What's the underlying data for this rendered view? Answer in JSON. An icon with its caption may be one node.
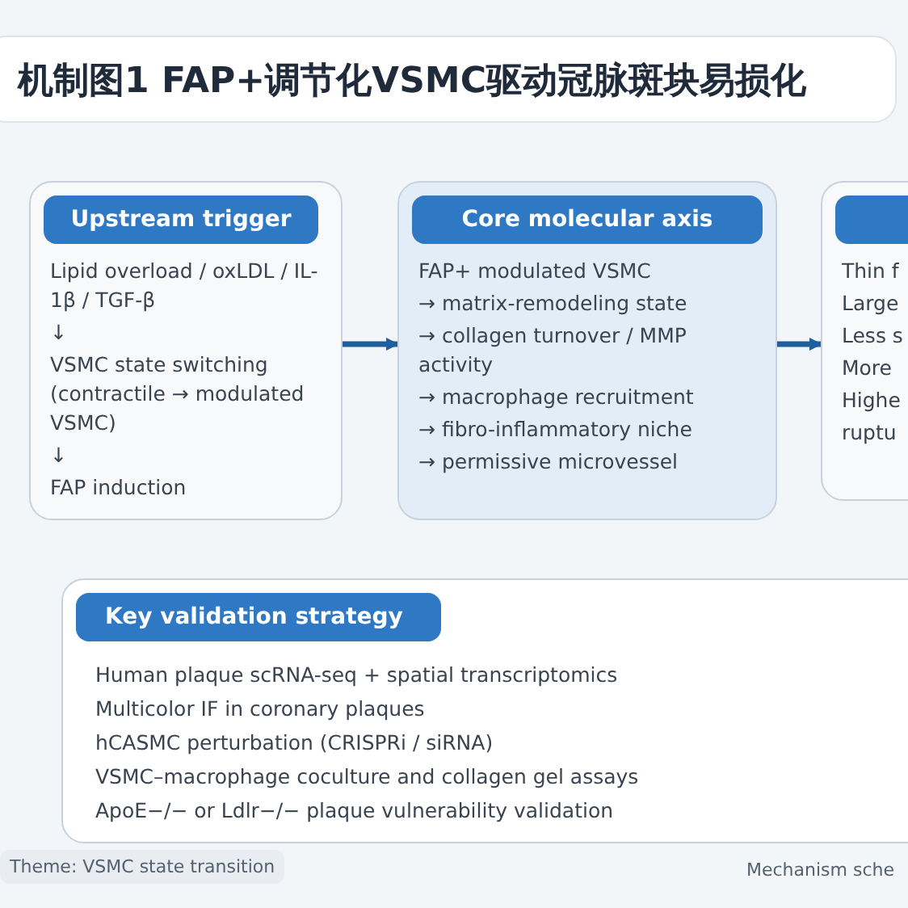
{
  "diagram": {
    "title": "机制图1  FAP+调节化VSMC驱动冠脉斑块易损化",
    "nodes": [
      {
        "text": [
          "Upstream trigger",
          "Lipid overload / oxLDL / IL-1β / TGF-β",
          "↓",
          "VSMC state switching (contractile → modulated VSMC)",
          "↓",
          "FAP induction"
        ]
      },
      {
        "text": [
          "Core molecular axis",
          "FAP+ modulated VSMC",
          "→ matrix-remodeling state",
          "→ collagen turnover / MMP activity",
          "→ macrophage recruitment",
          "→ fibro-inflammatory niche",
          "→ permissive microvessel"
        ]
      },
      {
        "text": [
          "Thin f",
          "Large",
          "Less s",
          "More",
          "Highe",
          "ruptu"
        ]
      },
      {
        "text": [
          "Key validation strategy",
          "Human plaque scRNA-seq + spatial transcriptomics",
          "Multicolor IF in coronary plaques",
          "hCASMC perturbation (CRISPRi / siRNA)",
          "VSMC–macrophage coculture and collagen gel assays",
          "ApoE−/− or Ldlr−/− plaque vulnerability validation"
        ]
      }
    ],
    "edges": [
      {
        "from": 0,
        "to": 1,
        "arrow": "to"
      },
      {
        "from": 1,
        "to": 2,
        "arrow": "to"
      }
    ],
    "labels": [
      "Theme: VSMC state transition",
      "Mechanism sche"
    ]
  }
}
